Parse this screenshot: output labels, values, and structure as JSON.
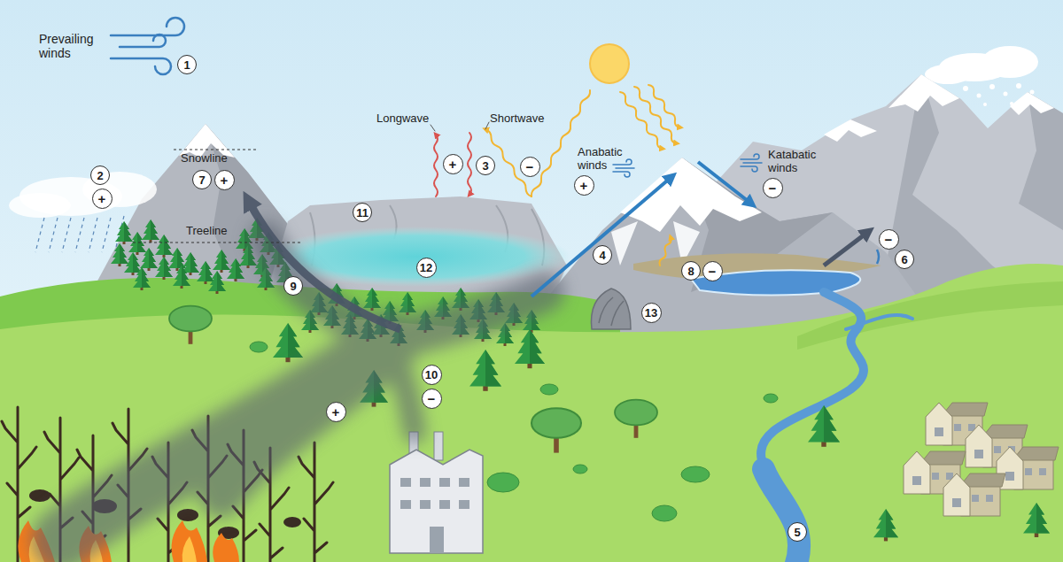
{
  "diagram": {
    "nodes": [
      {
        "text": [
          "1"
        ]
      },
      {
        "text": [
          "2"
        ]
      },
      {
        "text": [
          "7"
        ]
      },
      {
        "text": [
          "+"
        ]
      },
      {
        "text": [
          "+"
        ]
      },
      {
        "text": [
          "3"
        ]
      },
      {
        "text": [
          "−"
        ]
      },
      {
        "text": [
          "+"
        ]
      },
      {
        "text": [
          "−"
        ]
      },
      {
        "text": [
          "+"
        ]
      },
      {
        "text": [
          "11"
        ]
      },
      {
        "text": [
          "−"
        ]
      },
      {
        "text": [
          "4"
        ]
      },
      {
        "text": [
          "6"
        ]
      },
      {
        "text": [
          "12"
        ]
      },
      {
        "text": [
          "8"
        ]
      },
      {
        "text": [
          "−"
        ]
      },
      {
        "text": [
          "9"
        ]
      },
      {
        "text": [
          "13"
        ]
      },
      {
        "text": [
          "10"
        ]
      },
      {
        "text": [
          "−"
        ]
      },
      {
        "text": [
          "+"
        ]
      },
      {
        "text": [
          "5"
        ]
      }
    ],
    "labels": [
      "Prevailing winds",
      "Snowline",
      "Treeline",
      "Longwave",
      "Shortwave",
      "Anabatic winds",
      "Katabatic winds"
    ]
  }
}
